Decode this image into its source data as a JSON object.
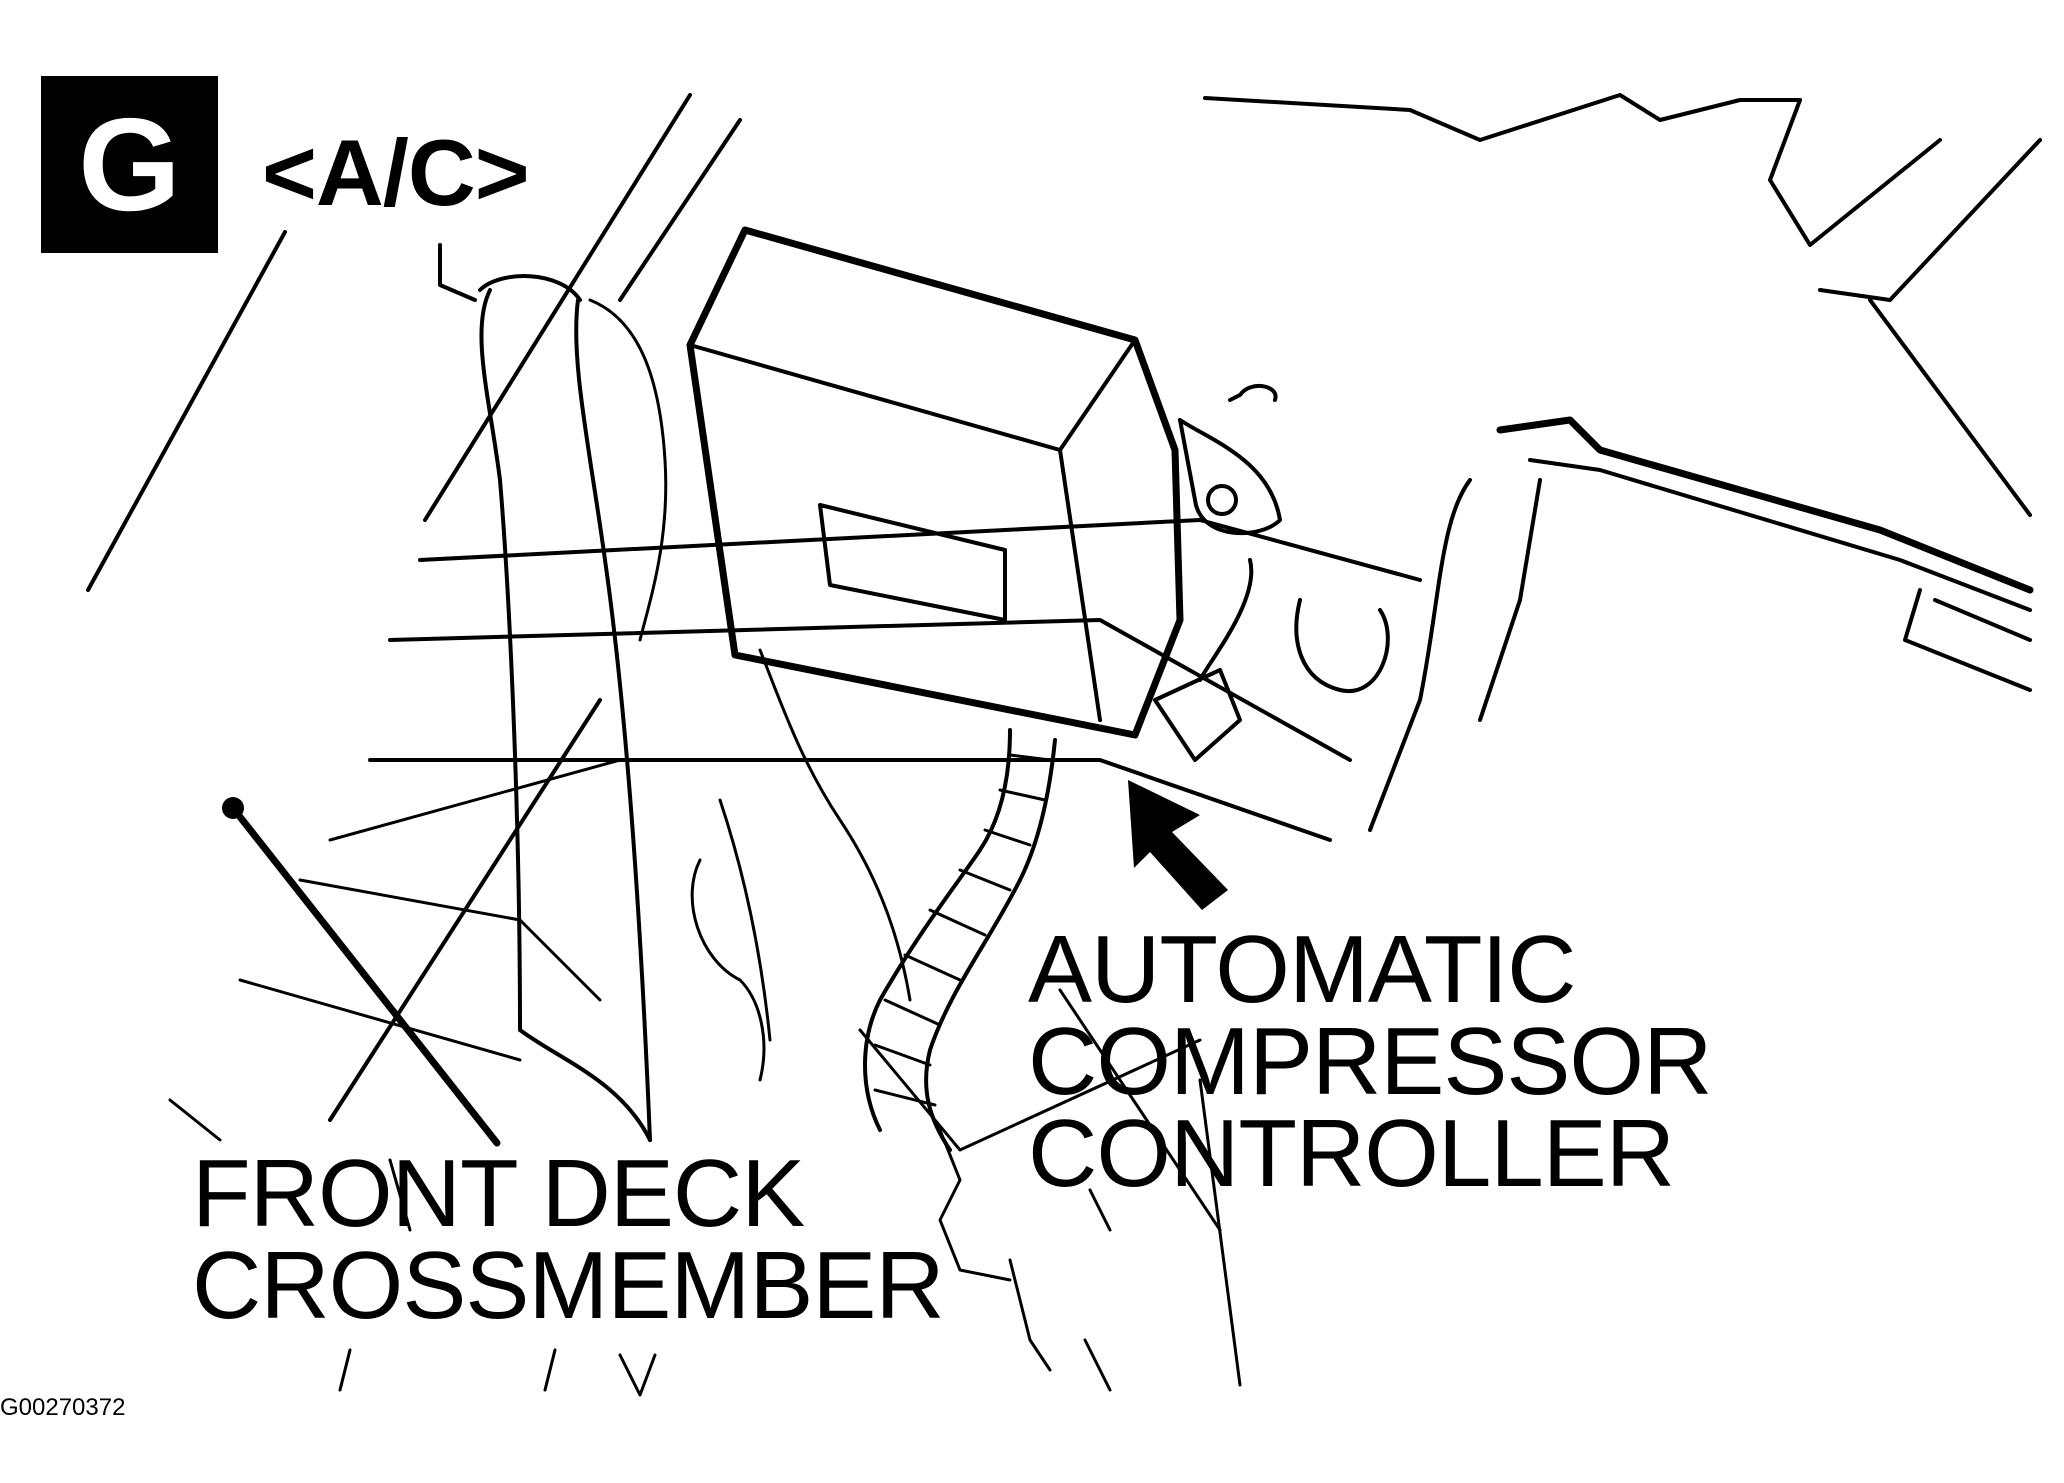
{
  "figure": {
    "badge_letter": "G",
    "tag": "<A/C>",
    "figure_code": "G00270372"
  },
  "callouts": {
    "acc": {
      "lines": [
        "AUTOMATIC",
        "COMPRESSOR",
        "CONTROLLER"
      ]
    },
    "fdc": {
      "lines": [
        "FRONT DECK",
        "CROSSMEMBER"
      ]
    }
  },
  "colors": {
    "ink": "#000000",
    "paper": "#ffffff"
  }
}
